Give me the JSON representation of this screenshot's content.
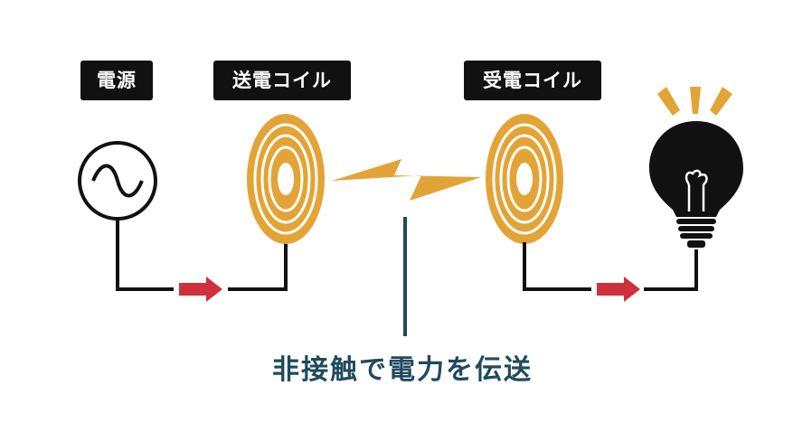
{
  "labels": {
    "power_source": "電源",
    "transmit_coil": "送電コイル",
    "receive_coil": "受電コイル"
  },
  "caption": "非接触で電力を伝送",
  "colors": {
    "coil": "#e3a437",
    "arrow": "#d0303c",
    "wire": "#111111",
    "bolt": "#e3a437",
    "caption": "#1f4a5c",
    "label_bg": "#111111"
  },
  "icons": [
    "ac-source-icon",
    "coil-icon",
    "lightning-bolt-icon",
    "light-bulb-icon",
    "arrow-right-icon"
  ]
}
